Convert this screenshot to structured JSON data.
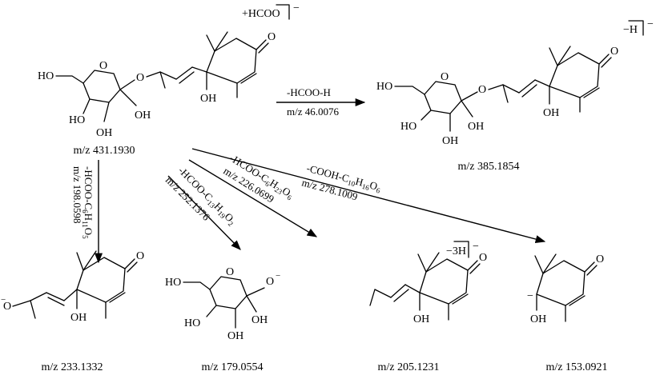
{
  "precursor": {
    "adduct_label": "+HCOO",
    "charge": "−",
    "mz_label": "m/z 431.1930",
    "atom_labels": {
      "ho_chain": "HO",
      "ho_ring_left": "HO",
      "ho_ring_right": "OH",
      "ho_ring_bottom": "OH",
      "ring_o": "O",
      "glyco_o": "O",
      "ketone_o": "O",
      "oh_tert": "OH"
    }
  },
  "product_385": {
    "adduct_label": "−H",
    "charge": "−",
    "mz_label": "m/z 385.1854",
    "atom_labels": {
      "ho_chain": "HO",
      "ho_ring_left": "HO",
      "ho_ring_right": "OH",
      "ho_ring_bottom": "OH",
      "ring_o": "O",
      "glyco_o": "O",
      "ketone_o": "O",
      "oh_tert": "OH"
    }
  },
  "product_233": {
    "mz_label": "m/z 233.1332",
    "atom_labels": {
      "o_anion": "O",
      "ketone_o": "O",
      "oh_tert": "OH"
    }
  },
  "product_179": {
    "mz_label": "m/z 179.0554",
    "atom_labels": {
      "ho_chain": "HO",
      "ring_o": "O",
      "o_anion": "O",
      "ho_left": "HO",
      "oh_right": "OH",
      "oh_bottom": "OH"
    }
  },
  "product_205": {
    "adduct_label": "−3H",
    "charge": "−",
    "mz_label": "m/z 205.1231",
    "atom_labels": {
      "ketone_o": "O",
      "oh_tert": "OH"
    }
  },
  "product_153": {
    "mz_label": "m/z 153.0921",
    "atom_labels": {
      "ketone_o": "O",
      "oh_tert": "OH",
      "carbanion": "−"
    }
  },
  "transitions": [
    {
      "loss_line1": "-HCOO-H",
      "loss_line2": "m/z 46.0076"
    },
    {
      "loss_line1": "-HCOO-C",
      "loss_sub1": "6",
      "loss_mid": "H",
      "loss_sub2": "11",
      "loss_mid2": "O",
      "loss_sub3": "5",
      "loss_line2": "m/z 198.0598"
    },
    {
      "loss_line1": "-HCOO-C",
      "loss_sub1": "13",
      "loss_mid": "H",
      "loss_sub2": "19",
      "loss_mid2": "O",
      "loss_sub3": "2",
      "loss_line2": "m/z 252.1376"
    },
    {
      "loss_line1": "-HCOO-C",
      "loss_sub1": "6",
      "loss_mid": "H",
      "loss_sub2": "23",
      "loss_mid2": "O",
      "loss_sub3": "6",
      "loss_line2": "m/z 226.0699"
    },
    {
      "loss_line1": "-COOH-C",
      "loss_sub1": "10",
      "loss_mid": "H",
      "loss_sub2": "16",
      "loss_mid2": "O",
      "loss_sub3": "6",
      "loss_line2": "m/z 278.1009"
    }
  ]
}
